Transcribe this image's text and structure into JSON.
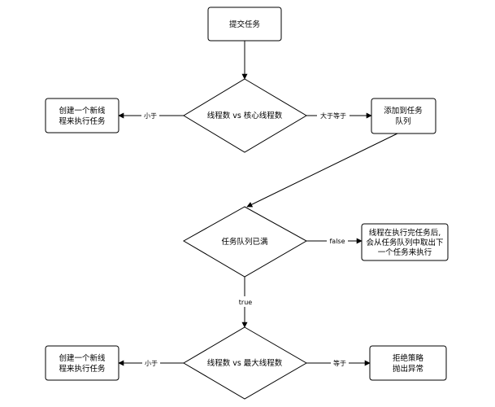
{
  "nodes": {
    "submit": [
      "提交任务"
    ],
    "decision1": [
      "线程数 vs 核心线程数"
    ],
    "create1": [
      "创建一个新线",
      "程来执行任务"
    ],
    "queue_add": [
      "添加到任务",
      "队列"
    ],
    "decision2": [
      "任务队列已满"
    ],
    "queue_take": [
      "线程在执行完任务后,",
      "会从任务队列中取出下",
      "一个任务来执行"
    ],
    "decision3": [
      "线程数 vs 最大线程数"
    ],
    "create2": [
      "创建一个新线",
      "程来执行任务"
    ],
    "reject": [
      "拒绝策略",
      "抛出异常"
    ]
  },
  "edge_labels": {
    "lt1": "小于",
    "ge1": "大于等于",
    "false": "false",
    "true": "true",
    "lt2": "小于",
    "eq": "等于"
  }
}
